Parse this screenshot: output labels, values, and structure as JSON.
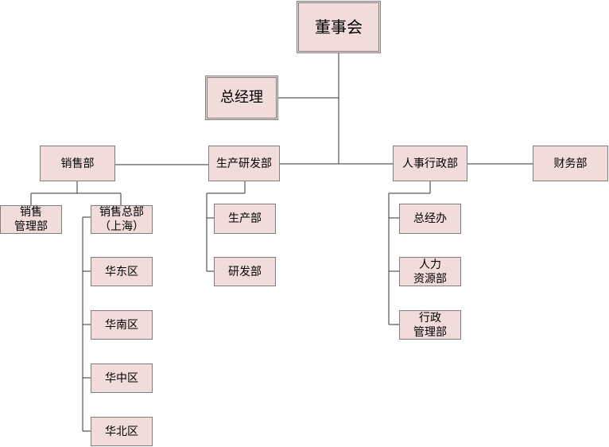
{
  "org_chart": {
    "board": "董事会",
    "gm": "总经理",
    "sales": "销售部",
    "production_rd": "生产研发部",
    "hr_admin": "人事行政部",
    "finance": "财务部",
    "sales_mgmt": "销售\n管理部",
    "sales_hq": "销售总部\n（上海）",
    "east": "华东区",
    "south": "华南区",
    "central": "华中区",
    "north": "华北区",
    "production": "生产部",
    "rd": "研发部",
    "gm_office": "总经办",
    "hr": "人力\n资源部",
    "admin": "行政\n管理部"
  }
}
